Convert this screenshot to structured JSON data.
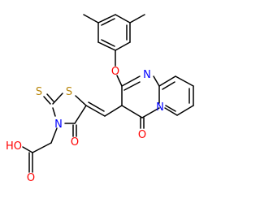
{
  "structure": {
    "atoms": {
      "o_ether": "O",
      "n_pyrimidine": "N",
      "n_bridgehead": "N",
      "o_pyrimidinone": "O",
      "s_ring": "S",
      "s_thioxo": "S",
      "n_thiazolidine": "N",
      "o_thiazolidinone": "O",
      "o_hydroxyl": "HO",
      "o_carbonyl": "O"
    },
    "colors": {
      "bond": "#000000",
      "oxygen": "#ff0000",
      "nitrogen": "#0000ff",
      "sulfur": "#b8860b"
    }
  }
}
